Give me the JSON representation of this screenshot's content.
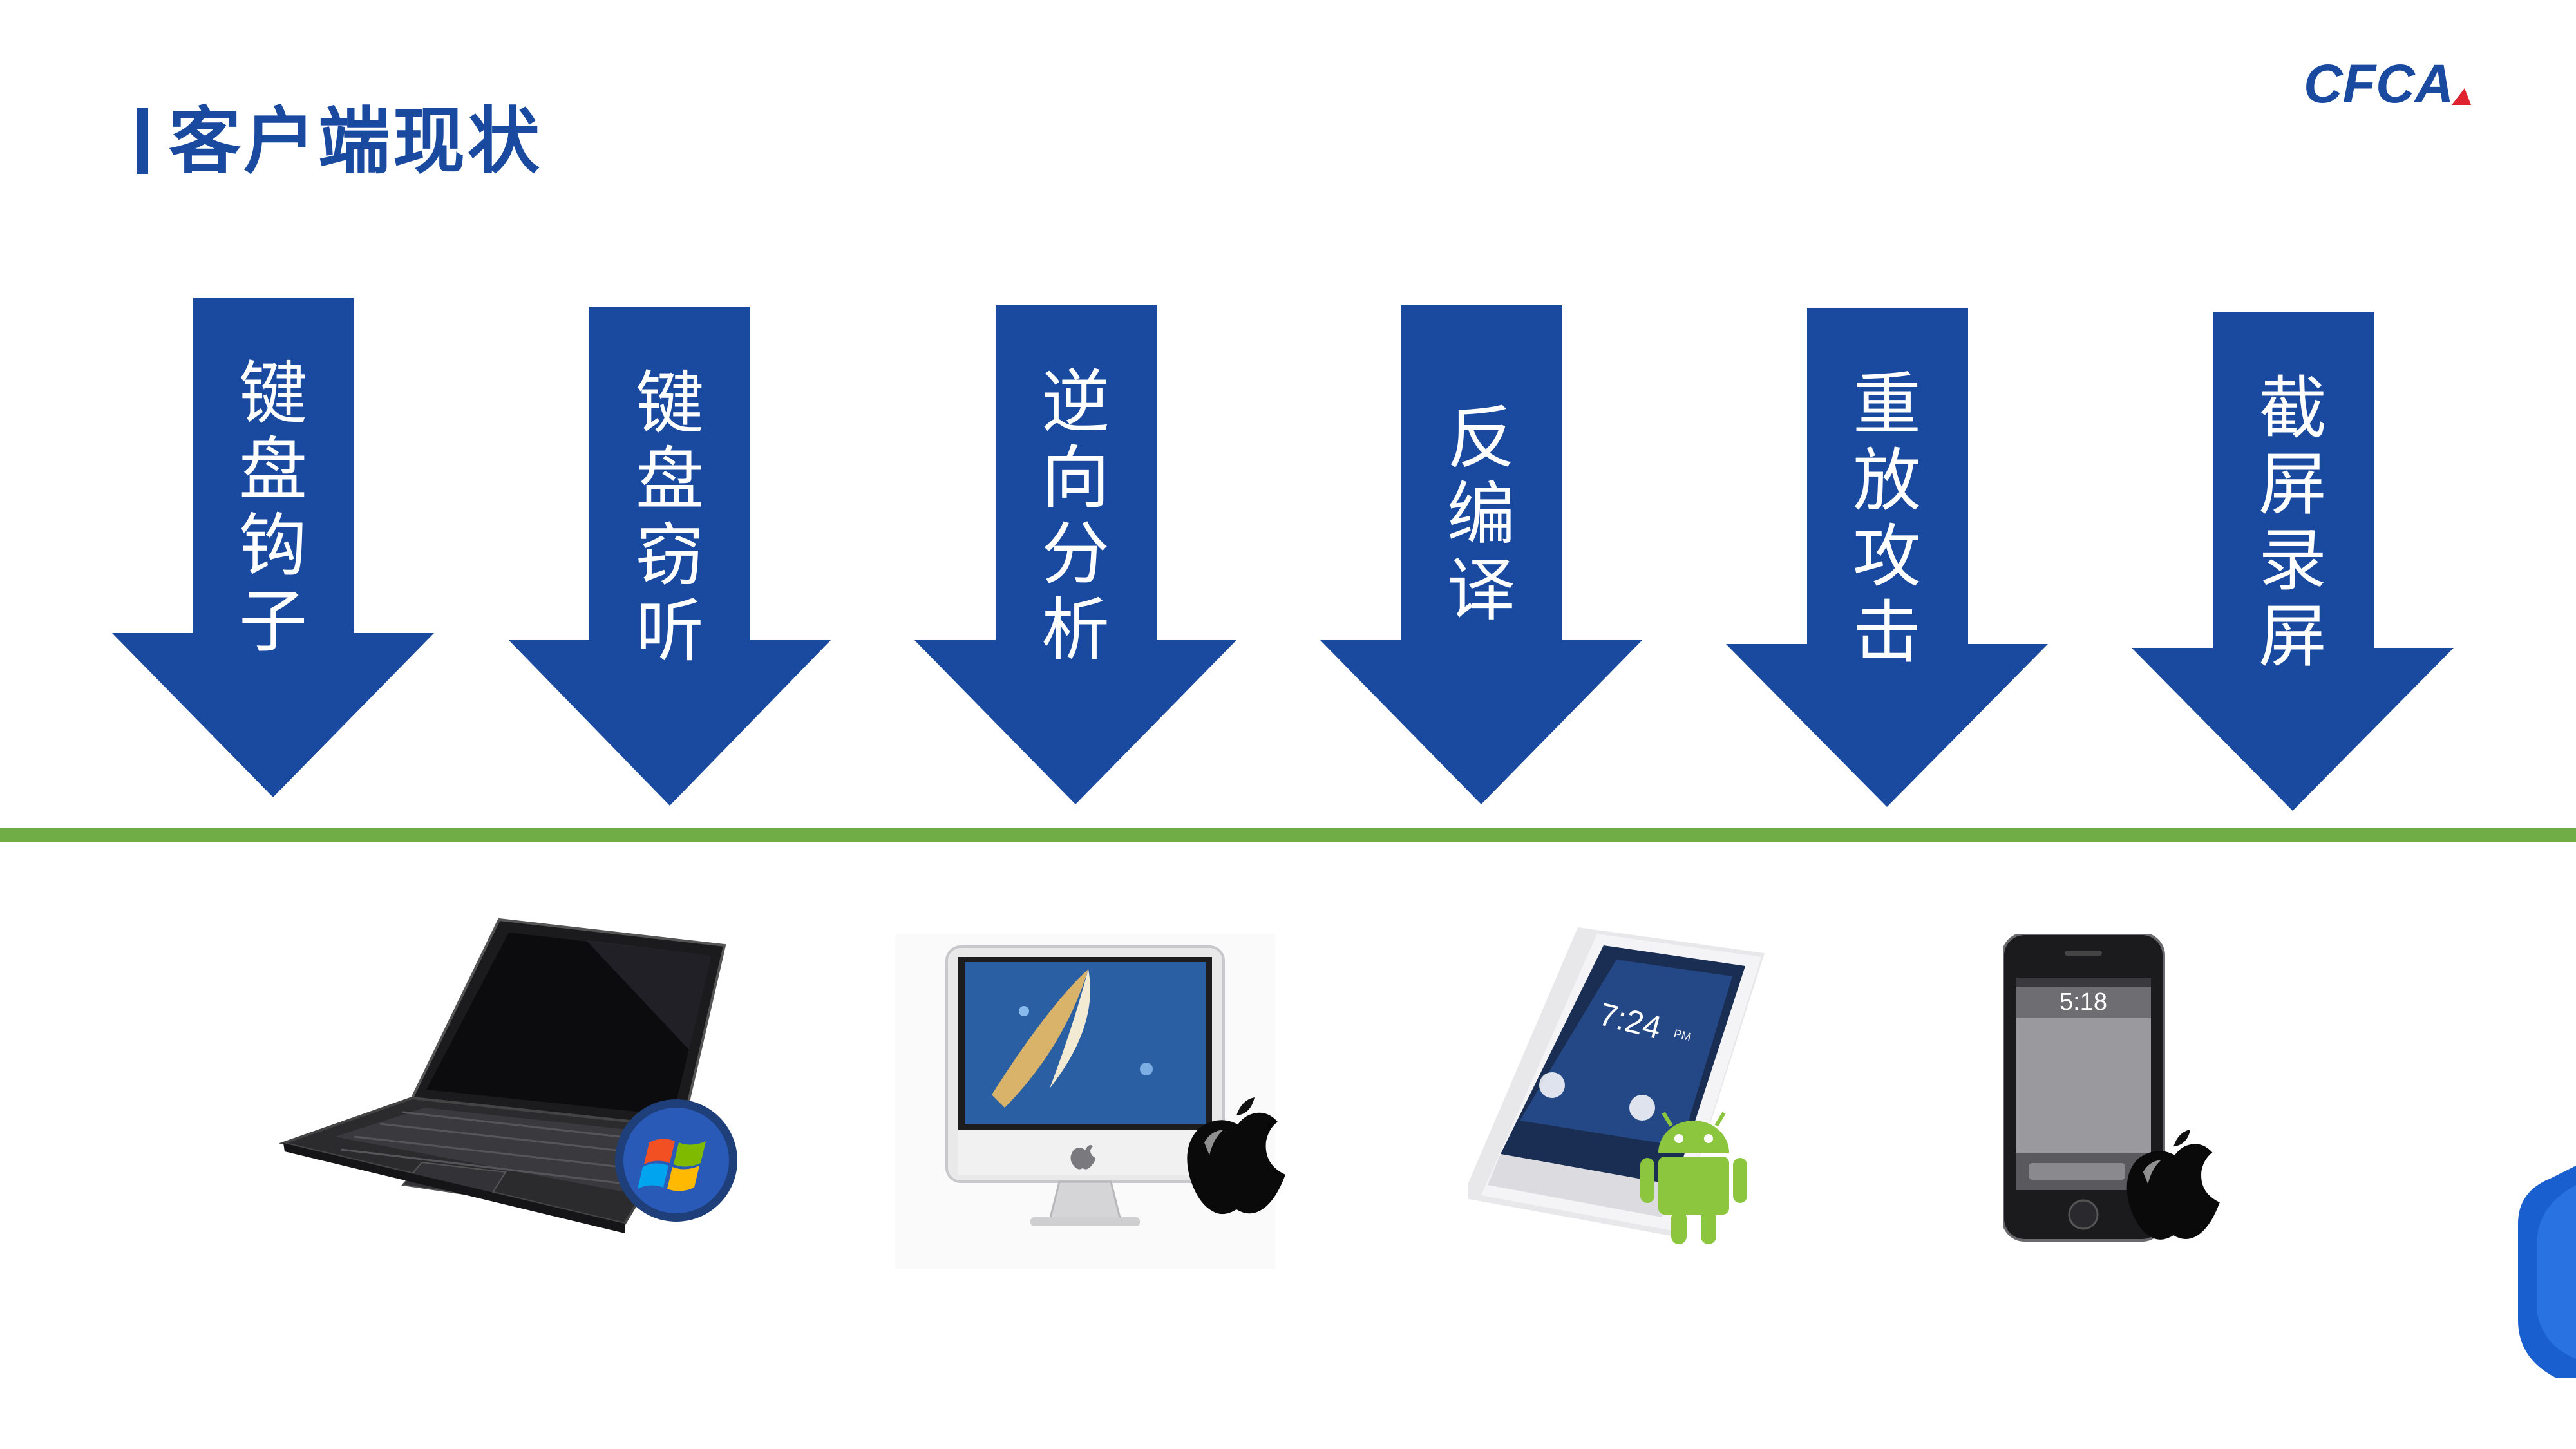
{
  "header": {
    "title": "客户端现状",
    "logo_text": "CFCA"
  },
  "arrows": [
    {
      "label": [
        "键",
        "盘",
        "钩",
        "子"
      ]
    },
    {
      "label": [
        "键",
        "盘",
        "窃",
        "听"
      ]
    },
    {
      "label": [
        "逆",
        "向",
        "分",
        "析"
      ]
    },
    {
      "label": [
        "反",
        "编",
        "译"
      ]
    },
    {
      "label": [
        "重",
        "放",
        "攻",
        "击"
      ]
    },
    {
      "label": [
        "截",
        "屏",
        "录",
        "屏"
      ]
    }
  ],
  "devices": [
    {
      "name": "laptop",
      "os_badge": "windows-logo-icon"
    },
    {
      "name": "desktop",
      "os_badge": "apple-logo-icon"
    },
    {
      "name": "phone",
      "os_badge": "android-robot-icon",
      "screen_time": "7:24",
      "screen_ampm": "PM"
    },
    {
      "name": "iphone",
      "os_badge": "apple-logo-icon",
      "screen_time": "5:18"
    }
  ],
  "colors": {
    "primary_blue": "#1a4aa0",
    "divider_green": "#70ad47",
    "logo_red": "#e0242f"
  }
}
